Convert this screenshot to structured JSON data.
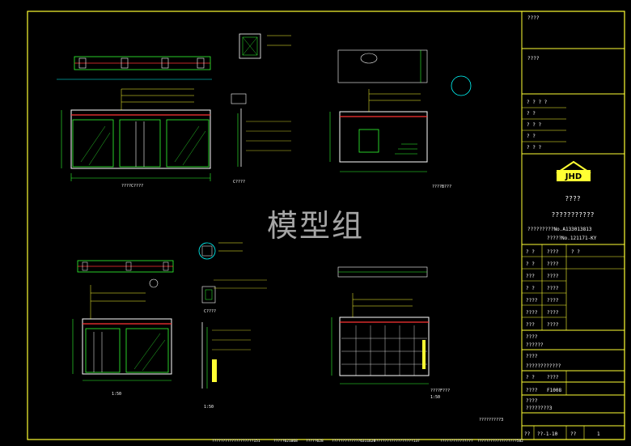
{
  "watermark": "模型组",
  "title_block": {
    "row1": "????",
    "row2": "????",
    "rows_small": [
      "? ? ? ?",
      "? ?",
      "? ? ?",
      "? ?",
      "? ? ?"
    ],
    "logo_text": "JHD",
    "company": "????",
    "company_sub": "???????????",
    "cert1": "?????????No.A133013813",
    "cert2": "?????No.121171-KY",
    "sig_rows": [
      {
        "left": "? ?",
        "mid": "????"
      },
      {
        "left": "? ?",
        "mid": "????"
      },
      {
        "left": "???",
        "mid": "????"
      },
      {
        "left": "? ?",
        "mid": "????"
      },
      {
        "left": "????",
        "mid": "????"
      },
      {
        "left": "????",
        "mid": "????"
      },
      {
        "left": "???",
        "mid": "????"
      }
    ],
    "sig_right_label": "? ?",
    "project_label": "????",
    "project_name": "??????",
    "drawing_label": "????",
    "drawing_name": "????????????",
    "scale_label": "? ?",
    "scale_value": "????",
    "number_label": "????",
    "number_value": "F1008",
    "date_label": "????",
    "date_value": "????????3",
    "sheet_row": {
      "a": "??",
      "b": "??-1-10",
      "c": "??",
      "d": "1"
    }
  },
  "drawing_labels": {
    "elev_a": "????C????",
    "elev_b": "C????",
    "elev_c": "????B???",
    "elev_d": "1:50",
    "elev_e": "C????",
    "elev_f": "1:50",
    "elev_g": "????F???",
    "elev_h": "1:50",
    "stamp": "?????????3"
  },
  "footer_notes": [
    "???????????????????151",
    "?????621068",
    "?????628",
    "?????????????6311626",
    "??????????????????137",
    "???????????????",
    "??????????????????582"
  ]
}
